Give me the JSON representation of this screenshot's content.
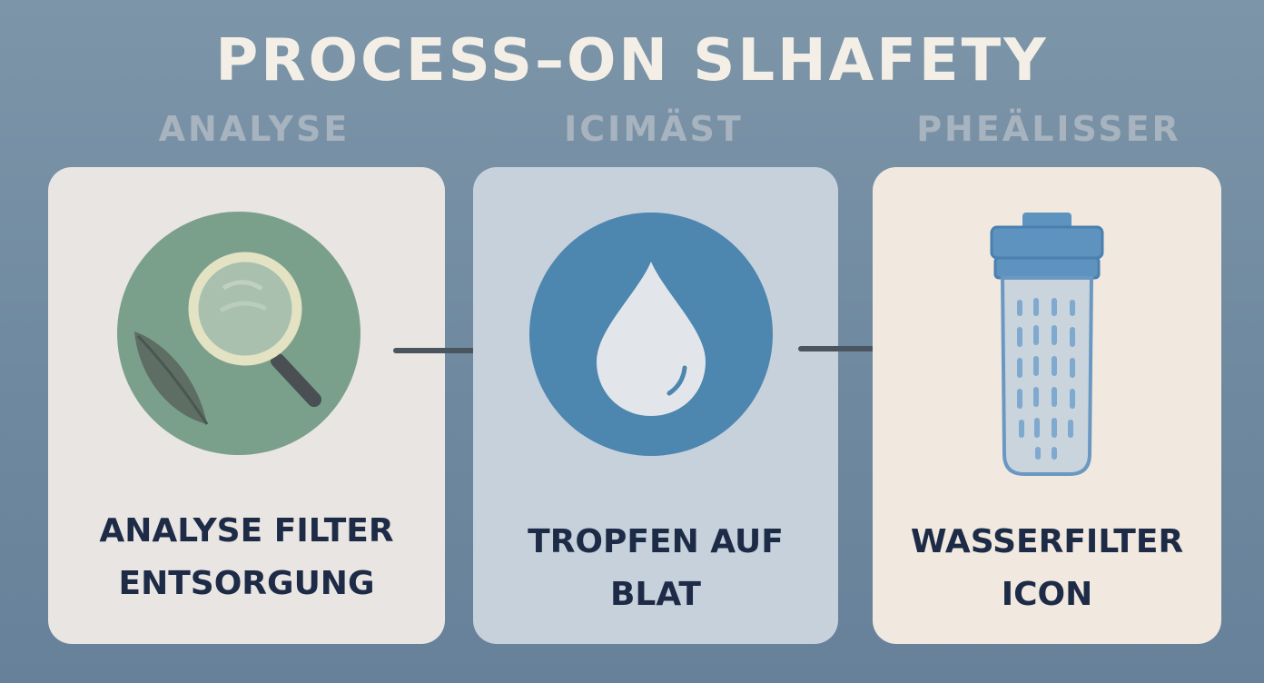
{
  "title": "PROCESS–ON SLHAFETY",
  "stages": [
    {
      "heading": "ANALYSE",
      "label": "ANALYSE FILTER\nENTSORGUNG",
      "icon": "magnifier-leaf-icon",
      "color": "#7aa08b"
    },
    {
      "heading": "ICIMÄST",
      "label": "TROPFEN AUF\nBLAT",
      "icon": "water-drop-icon",
      "color": "#4d86ae"
    },
    {
      "heading": "PHEÄLISSER",
      "label": "WASSERFILTER\nICON",
      "icon": "water-filter-icon",
      "color": "#5f93bf"
    }
  ],
  "colors": {
    "background": "#728ba1",
    "title": "#f4efe6",
    "heading": "#a7b3bf",
    "label": "#1d2b47",
    "arrow": "#4b5560"
  }
}
